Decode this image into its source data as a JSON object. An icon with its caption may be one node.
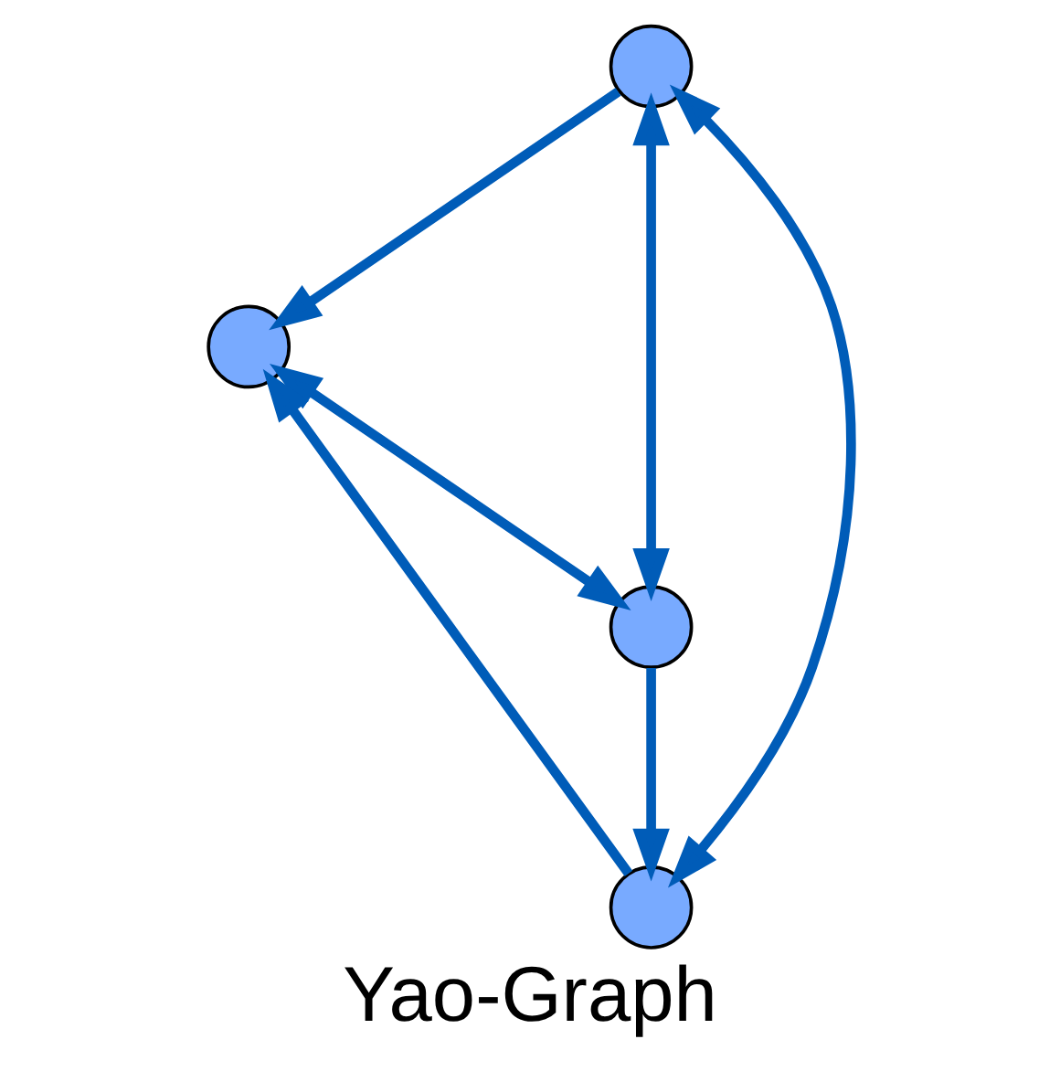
{
  "diagram": {
    "title": "Yao-Graph",
    "nodes": [
      {
        "text": [],
        "shape": "circle"
      },
      {
        "text": [],
        "shape": "circle"
      },
      {
        "text": [],
        "shape": "circle"
      },
      {
        "text": [],
        "shape": "circle"
      }
    ],
    "edges": [
      {
        "from": 0,
        "to": 1,
        "arrow": "to"
      },
      {
        "from": 2,
        "to": 1,
        "arrow": "to"
      },
      {
        "from": 1,
        "to": 3,
        "arrow": "both"
      },
      {
        "from": 3,
        "to": 0,
        "arrow": "both"
      },
      {
        "from": 0,
        "to": 2,
        "arrow": "both"
      },
      {
        "from": 3,
        "to": 2,
        "arrow": "to"
      }
    ]
  }
}
